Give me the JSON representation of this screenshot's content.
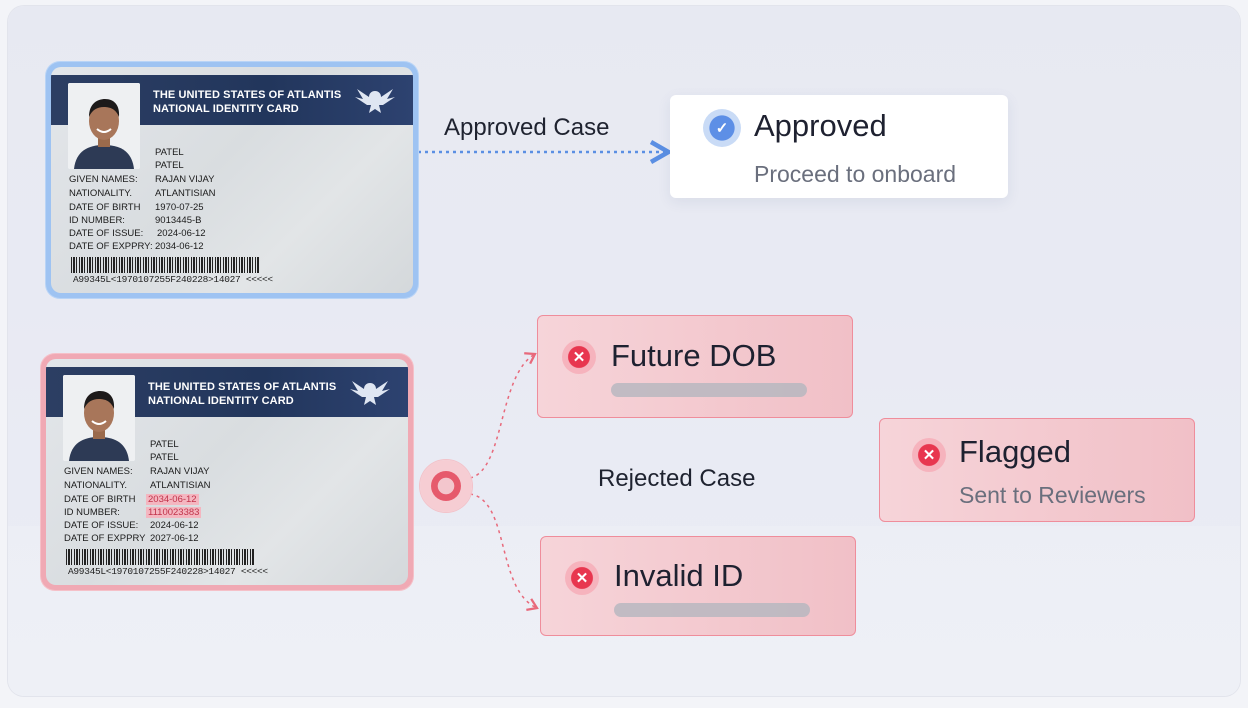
{
  "card_top": {
    "title_line1": "THE UNITED STATES OF ATLANTIS",
    "title_line2": "NATIONAL IDENTITY CARD",
    "surname1": "PATEL",
    "surname2": "PATEL",
    "given_names_label": "GIVEN NAMES:",
    "given_names": "RAJAN VIJAY",
    "nationality_label": "NATIONALITY.",
    "nationality": "ATLANTISIAN",
    "dob_label": "DATE OF BIRTH",
    "dob": "1970-07-25",
    "id_label": "ID NUMBER:",
    "id_number": "9013445-B",
    "issue_label": "DATE OF ISSUE:",
    "issue": "2024-06-12",
    "expiry_label": "DATE OF EXPPRY:",
    "expiry": "2034-06-12",
    "mrz": "A99345L<1970107255F240228>14027 <<<<<"
  },
  "card_bottom": {
    "title_line1": "THE UNITED STATES OF ATLANTIS",
    "title_line2": "NATIONAL IDENTITY CARD",
    "surname1": "PATEL",
    "surname2": "PATEL",
    "given_names_label": "GIVEN NAMES:",
    "given_names": "RAJAN VIJAY",
    "nationality_label": "NATIONALITY.",
    "nationality": "ATLANTISIAN",
    "dob_label": "DATE OF BIRTH",
    "dob": "2034-06-12",
    "id_label": "ID NUMBER:",
    "id_number": "1110023383",
    "issue_label": "DATE OF ISSUE:",
    "issue": "2024-06-12",
    "expiry_label": "DATE OF EXPPRY",
    "expiry": "2027-06-12",
    "mrz": "A99345L<1970107255F240228>14027 <<<<<"
  },
  "approved_case_label": "Approved Case",
  "rejected_case_label": "Rejected Case",
  "approved_box": {
    "title": "Approved",
    "subtitle": "Proceed to onboard"
  },
  "future_box": {
    "title": "Future DOB"
  },
  "invalid_box": {
    "title": "Invalid ID"
  },
  "flagged_box": {
    "title": "Flagged",
    "subtitle": "Sent to Reviewers"
  },
  "colors": {
    "approved_accent": "#5d8fe6",
    "reject_accent": "#e8364f",
    "reject_fill": "#f3c8ce",
    "card_header": "#22365c"
  }
}
